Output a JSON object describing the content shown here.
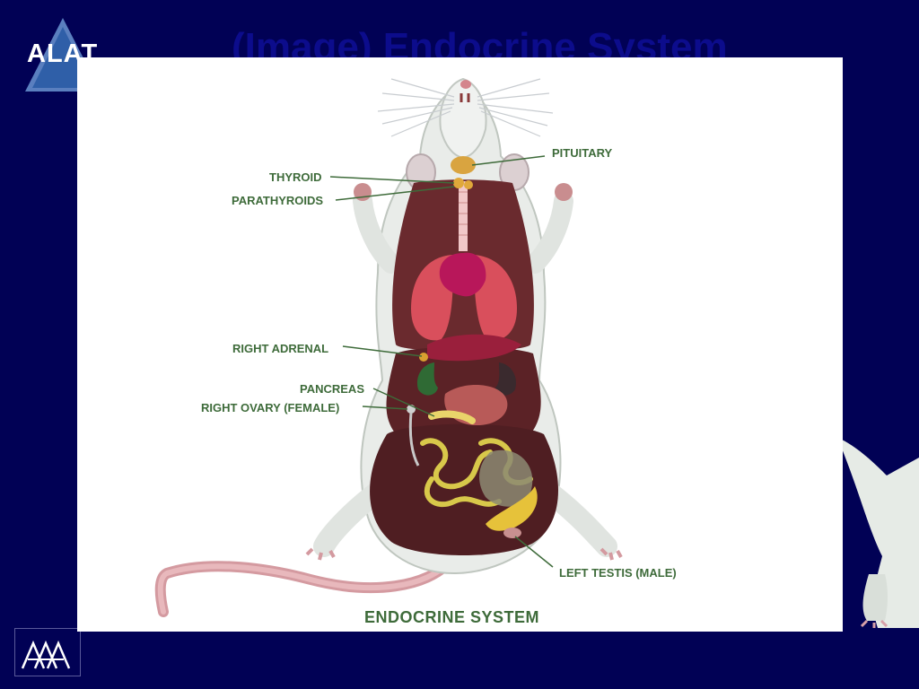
{
  "slide": {
    "title": "(Image) Endocrine System",
    "logo_text": "ALAT"
  },
  "diagram": {
    "caption": "ENDOCRINE SYSTEM",
    "labels": {
      "pituitary": "PITUITARY",
      "thyroid": "THYROID",
      "parathyroids": "PARATHYROIDS",
      "right_adrenal": "RIGHT ADRENAL",
      "pancreas": "PANCREAS",
      "right_ovary": "RIGHT OVARY (FEMALE)",
      "left_testis": "LEFT TESTIS (MALE)"
    }
  },
  "colors": {
    "background": "#010155",
    "label_green": "#3e6b3a",
    "title_blue": "#0c0c8c"
  }
}
